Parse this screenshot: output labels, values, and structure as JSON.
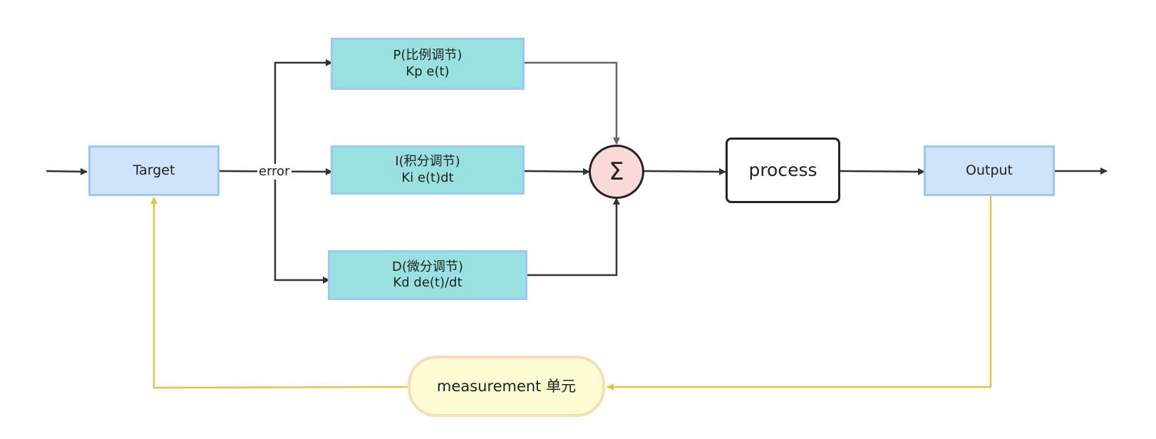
{
  "nodes": {
    "target": "Target",
    "p_title": "P(比例调节)",
    "p_formula": "Kp e(t)",
    "i_title": "I(积分调节)",
    "i_formula": "Ki e(t)dt",
    "d_title": "D(微分调节)",
    "d_formula": "Kd de(t)/dt",
    "sum": "Σ",
    "process": "process",
    "output": "Output",
    "measurement": "measurement 单元"
  },
  "edge_labels": {
    "error": "error"
  },
  "colors": {
    "signal_line": "#333333",
    "feedback_line": "#e2c449",
    "target_fill": "#cfe3fb",
    "controller_fill": "#99e1e0",
    "sum_fill": "#f9d9d9",
    "measurement_fill": "#fefcd2"
  }
}
